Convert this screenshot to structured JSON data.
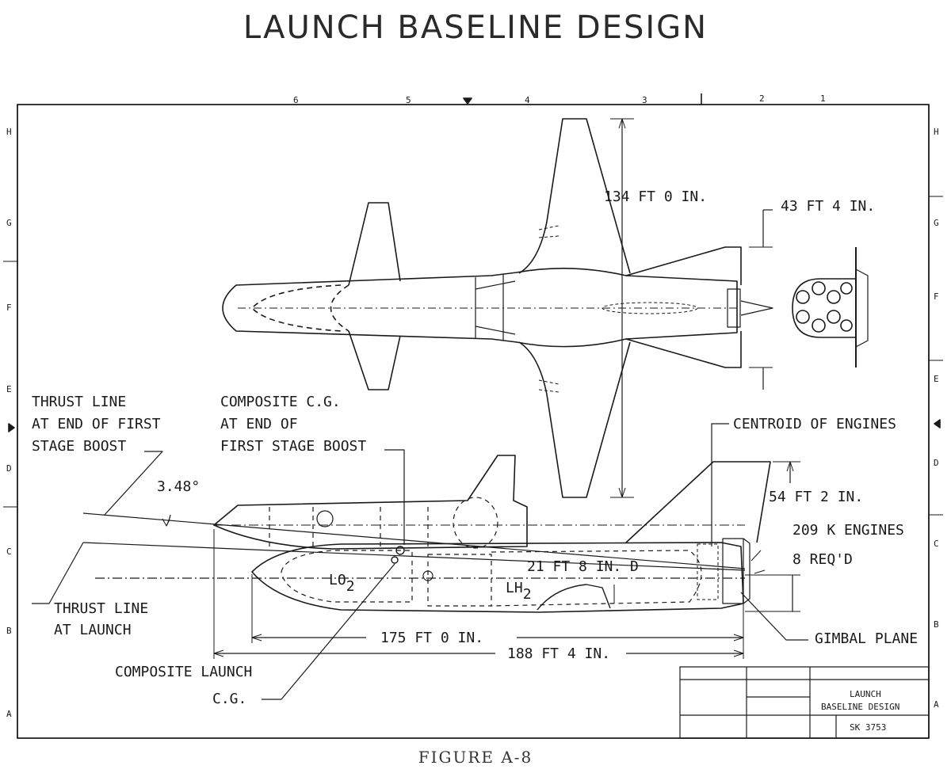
{
  "title": "LAUNCH BASELINE DESIGN",
  "caption": "FIGURE A-8",
  "labels": {
    "span": "134 FT 0 IN.",
    "tail_width": "43 FT 4 IN.",
    "thrust_line_end_l1": "THRUST LINE",
    "thrust_line_end_l2": "AT END OF FIRST",
    "thrust_line_end_l3": "STAGE BOOST",
    "composite_cg_end_l1": "COMPOSITE C.G.",
    "composite_cg_end_l2": "AT END OF",
    "composite_cg_end_l3": "FIRST STAGE BOOST",
    "angle": "3.48°",
    "centroid_engines": "CENTROID OF ENGINES",
    "height": "54 FT 2 IN.",
    "engines_l1": "209 K ENGINES",
    "engines_l2": "8 REQ'D",
    "diameter": "21 FT 8 IN. D",
    "lo2": "LO",
    "lo2_sub": "2",
    "lh2": "LH",
    "lh2_sub": "2",
    "thrust_launch_l1": "THRUST LINE",
    "thrust_launch_l2": "AT LAUNCH",
    "gimbal_plane": "GIMBAL PLANE",
    "length_175": "175 FT 0 IN.",
    "length_188": "188 FT 4 IN.",
    "composite_launch_l1": "COMPOSITE LAUNCH",
    "composite_launch_l2": "C.G."
  },
  "title_block": {
    "name_l1": "LAUNCH",
    "name_l2": "BASELINE DESIGN",
    "dwg_no": "SK 3753"
  },
  "border": {
    "top_zones": [
      "6",
      "5",
      "4",
      "3",
      "2",
      "1"
    ],
    "left_zones": [
      "H",
      "G",
      "F",
      "E",
      "D",
      "C",
      "B",
      "A"
    ],
    "right_zones": [
      "H",
      "G",
      "F",
      "E",
      "D",
      "C",
      "B",
      "A"
    ]
  }
}
